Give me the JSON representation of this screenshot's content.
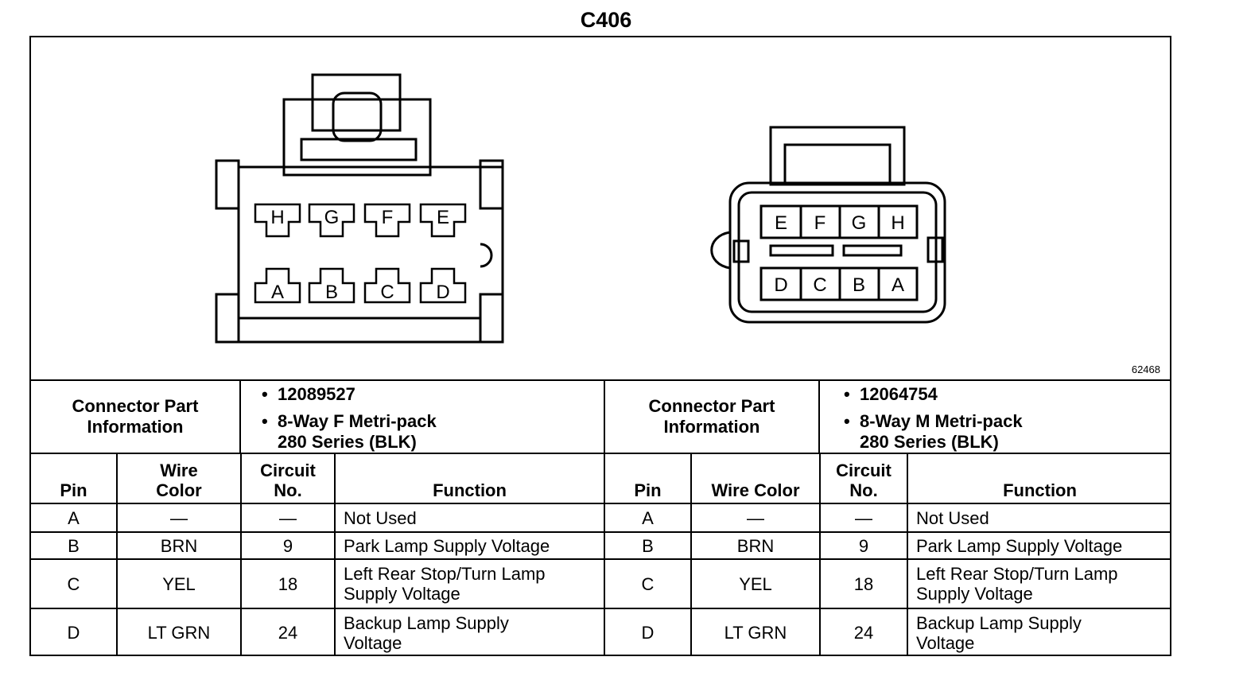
{
  "title": "C406",
  "figure_number": "62468",
  "connector_left": {
    "pin_labels_top": [
      "H",
      "G",
      "F",
      "E"
    ],
    "pin_labels_bottom": [
      "A",
      "B",
      "C",
      "D"
    ]
  },
  "connector_right": {
    "pin_labels_top": [
      "E",
      "F",
      "G",
      "H"
    ],
    "pin_labels_bottom": [
      "D",
      "C",
      "B",
      "A"
    ]
  },
  "left": {
    "part_info_label": "Connector Part\nInformation",
    "part_info": [
      "12089527",
      "8-Way F Metri-pack\n280 Series (BLK)"
    ],
    "headers": [
      "Pin",
      "Wire\nColor",
      "Circuit\nNo.",
      "Function"
    ],
    "rows": [
      {
        "pin": "A",
        "color": "—",
        "circuit": "—",
        "function": "Not Used"
      },
      {
        "pin": "B",
        "color": "BRN",
        "circuit": "9",
        "function": "Park Lamp Supply Voltage"
      },
      {
        "pin": "C",
        "color": "YEL",
        "circuit": "18",
        "function": "Left Rear Stop/Turn Lamp\nSupply Voltage"
      },
      {
        "pin": "D",
        "color": "LT GRN",
        "circuit": "24",
        "function": "Backup Lamp Supply\nVoltage"
      }
    ]
  },
  "right": {
    "part_info_label": "Connector Part\nInformation",
    "part_info": [
      "12064754",
      "8-Way M Metri-pack\n280 Series (BLK)"
    ],
    "headers": [
      "Pin",
      "Wire Color",
      "Circuit\nNo.",
      "Function"
    ],
    "rows": [
      {
        "pin": "A",
        "color": "—",
        "circuit": "—",
        "function": "Not Used"
      },
      {
        "pin": "B",
        "color": "BRN",
        "circuit": "9",
        "function": "Park Lamp Supply Voltage"
      },
      {
        "pin": "C",
        "color": "YEL",
        "circuit": "18",
        "function": "Left Rear Stop/Turn Lamp\nSupply Voltage"
      },
      {
        "pin": "D",
        "color": "LT GRN",
        "circuit": "24",
        "function": "Backup Lamp Supply\nVoltage"
      }
    ]
  }
}
